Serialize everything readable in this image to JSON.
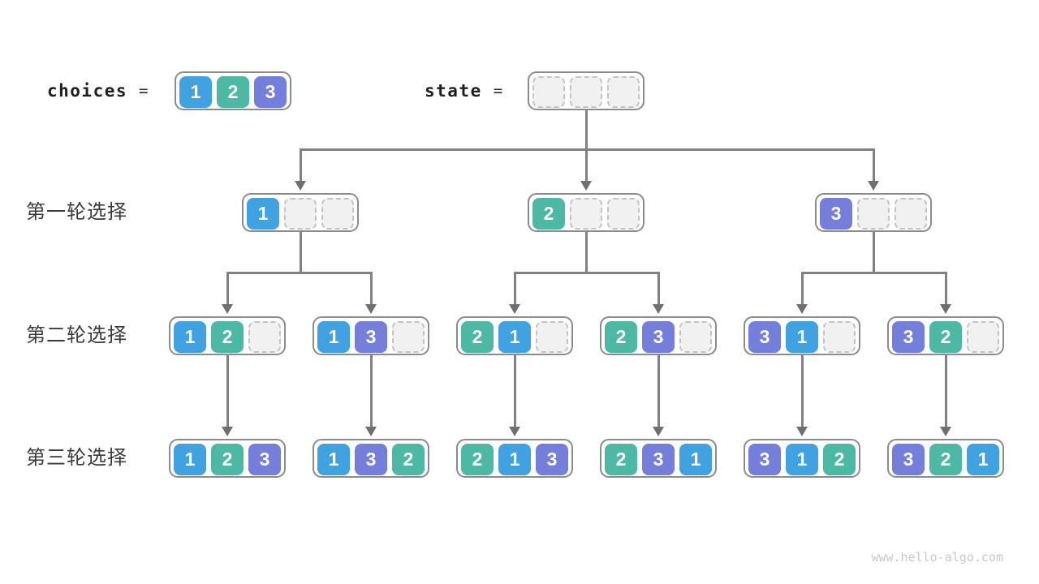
{
  "page": {
    "watermark": "www.hello-algo.com"
  },
  "colors": {
    "1": "#41A2E2",
    "2": "#4DB8A3",
    "3": "#737FDA",
    "box_border": "#8C8C8C",
    "empty_fill": "#F1F1F1",
    "empty_border": "#C4C4C4",
    "arrow": "#818181",
    "arrowhead": "#6F6F6F",
    "label_text": "#3A3A3A",
    "code_text": "#1F1F1F",
    "watermark_text": "#C9C9C9"
  },
  "header": {
    "choices_label": "choices",
    "state_label": "state",
    "equals_sign": "=",
    "choices_cells": [
      "1",
      "2",
      "3"
    ],
    "state_cells": [
      "",
      "",
      ""
    ]
  },
  "rows": [
    {
      "label": "第一轮选择",
      "boxes": [
        [
          "1",
          "",
          ""
        ],
        [
          "2",
          "",
          ""
        ],
        [
          "3",
          "",
          ""
        ]
      ]
    },
    {
      "label": "第二轮选择",
      "boxes": [
        [
          "1",
          "2",
          ""
        ],
        [
          "1",
          "3",
          ""
        ],
        [
          "2",
          "1",
          ""
        ],
        [
          "2",
          "3",
          ""
        ],
        [
          "3",
          "1",
          ""
        ],
        [
          "3",
          "2",
          ""
        ]
      ]
    },
    {
      "label": "第三轮选择",
      "boxes": [
        [
          "1",
          "2",
          "3"
        ],
        [
          "1",
          "3",
          "2"
        ],
        [
          "2",
          "1",
          "3"
        ],
        [
          "2",
          "3",
          "1"
        ],
        [
          "3",
          "1",
          "2"
        ],
        [
          "3",
          "2",
          "1"
        ]
      ]
    }
  ]
}
